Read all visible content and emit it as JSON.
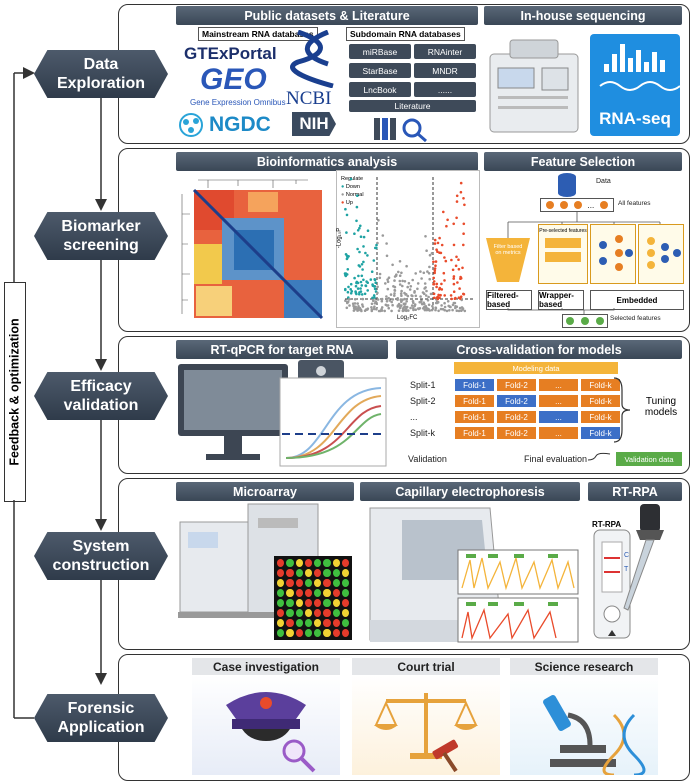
{
  "feedback_label": "Feedback & optimization",
  "stages": [
    {
      "label_line1": "Data",
      "label_line2": "Exploration"
    },
    {
      "label_line1": "Biomarker",
      "label_line2": "screening"
    },
    {
      "label_line1": "Efficacy",
      "label_line2": "validation"
    },
    {
      "label_line1": "System",
      "label_line2": "construction"
    },
    {
      "label_line1": "Forensic",
      "label_line2": "Application"
    }
  ],
  "data_exploration": {
    "public_header": "Public datasets & Literature",
    "inhouse_header": "In-house sequencing",
    "mainstream_title": "Mainstream RNA databases",
    "subdomain_title": "Subdomain RNA databases",
    "logos": [
      "GTExPortal",
      "GEO",
      "Gene Expression Omnibus",
      "NGDC",
      "NCBI",
      "NIH"
    ],
    "subdomain_dbs": [
      "miRBase",
      "RNAinter",
      "StarBase",
      "MNDR",
      "LncBook",
      "......"
    ],
    "literature": "Literature",
    "rnaseq": "RNA-seq"
  },
  "biomarker": {
    "bioinfo_header": "Bioinformatics analysis",
    "feature_header": "Feature Selection",
    "volcano_legend_title": "Regulate",
    "volcano_legend": [
      "Down",
      "Normal",
      "Up"
    ],
    "volcano_xlabel": "Log₂FC",
    "volcano_ylabel": "-Log₁₀P",
    "fs_data": "Data",
    "fs_all": "All features",
    "fs_filter_box": "Filter based on metrics",
    "fs_preselected": "Pre-selected features",
    "fs_methods": [
      "Filtered-based",
      "Wrapper-based",
      "Embedded"
    ],
    "fs_selected": "Selected features"
  },
  "efficacy": {
    "qpcr_header": "RT-qPCR for target RNA",
    "cv_header": "Cross-validation for models",
    "modeling_data": "Modeling data",
    "splits": [
      "Split-1",
      "Split-2",
      "...",
      "Split-k"
    ],
    "folds": [
      "Fold-1",
      "Fold-2",
      "...",
      "Fold-k"
    ],
    "tuning": "Tuning models",
    "validation": "Validation",
    "final_eval": "Final evaluation",
    "validation_data": "Validation data"
  },
  "system": {
    "microarray_header": "Microarray",
    "ce_header": "Capillary electrophoresis",
    "rpa_header": "RT-RPA",
    "rpa_strip": "RT-RPA",
    "rpa_c": "C",
    "rpa_t": "T"
  },
  "forensic": {
    "case": "Case investigation",
    "court": "Court trial",
    "science": "Science research"
  }
}
